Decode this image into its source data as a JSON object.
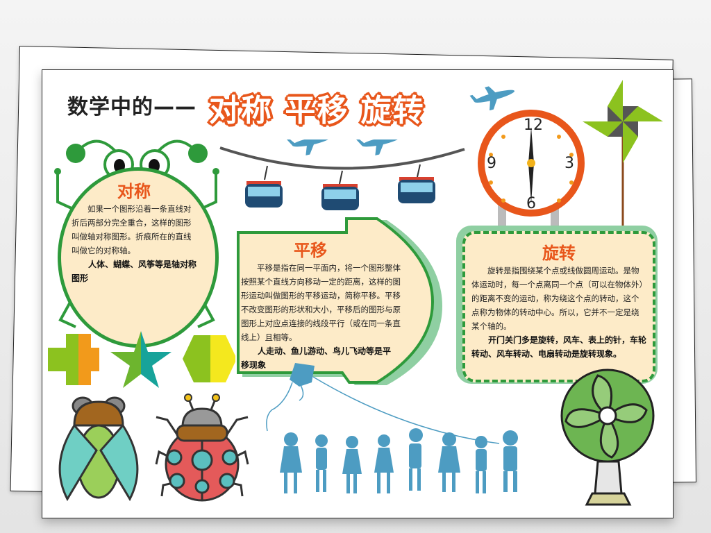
{
  "poster": {
    "title_prefix": "数学中的——",
    "title_main": "对称 平移 旋转",
    "colors": {
      "accent_orange": "#e8561b",
      "frame_green": "#2e9a3b",
      "panel_cream": "#fdebc8",
      "sky_blue": "#4d9cc2"
    }
  },
  "sections": {
    "symmetry": {
      "heading": "对称",
      "body": "如果一个图形沿着一条直线对折后两部分完全重合，这样的图形叫做轴对称图形。折痕所在的直线叫做它的对称轴。",
      "examples": "人体、蝴蝶、风筝等是轴对称图形"
    },
    "translation": {
      "heading": "平移",
      "body": "平移是指在同一平面内，将一个图形整体按照某个直线方向移动一定的距离，这样的图形运动叫做图形的平移运动，简称平移。平移不改变图形的形状和大小，平移后的图形与原图形上对应点连接的线段平行（或在同一条直线上）且相等。",
      "examples": "人走动、鱼儿游动、鸟儿飞动等是平移现象"
    },
    "rotation": {
      "heading": "旋转",
      "body": "旋转是指围绕某个点或线做圆周运动。是物体运动时，每一个点离同一个点（可以在物体外）的距离不变的运动，称为绕这个点的转动，这个点称为物体的转动中心。所以，它并不一定是绕某个轴的。",
      "examples": "开门关门多是旋转，风车、表上的针，车轮转动、风车转动、电扇转动是旋转现象。"
    }
  },
  "clock": {
    "numerals": [
      "12",
      "3",
      "6",
      "9"
    ]
  },
  "decorations": [
    "frog-frame",
    "cable-car",
    "airplane",
    "clock",
    "pinwheel",
    "plus-shape",
    "star-shape",
    "hexagon-shape",
    "cicada",
    "ladybug",
    "kite",
    "running-children",
    "electric-fan"
  ]
}
